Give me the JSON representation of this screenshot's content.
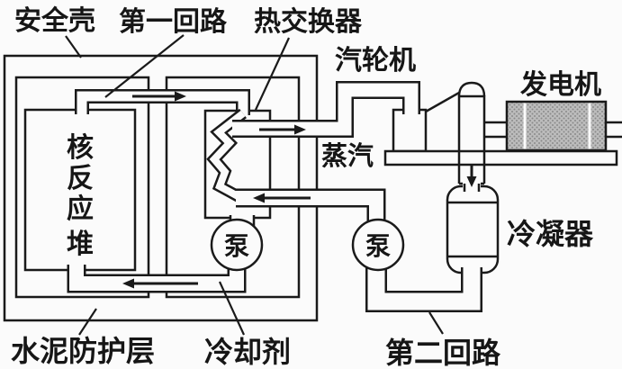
{
  "diagram": {
    "type": "nuclear-power-plant-schematic",
    "labels": {
      "containment": "安全壳",
      "primary_loop": "第一回路",
      "heat_exchanger": "热交换器",
      "turbine": "汽轮机",
      "generator": "发电机",
      "steam": "蒸汽",
      "condenser": "冷凝器",
      "shield_layer": "水泥防护层",
      "coolant": "冷却剂",
      "secondary_loop": "第二回路",
      "pump": "泵",
      "reactor": "核反应堆",
      "reactor_chars": [
        "核",
        "反",
        "应",
        "堆"
      ]
    },
    "flow_arrows": {
      "hot_leg": "right",
      "steam_out": "right",
      "feedwater": "left",
      "primary_return": "left",
      "condenser_inlet": "down"
    },
    "colors": {
      "line": "#1a1a1a",
      "background": "#fbfbfb",
      "generator_fill": "#bcbcbc",
      "generator_dots": "#8a8a8a"
    }
  }
}
